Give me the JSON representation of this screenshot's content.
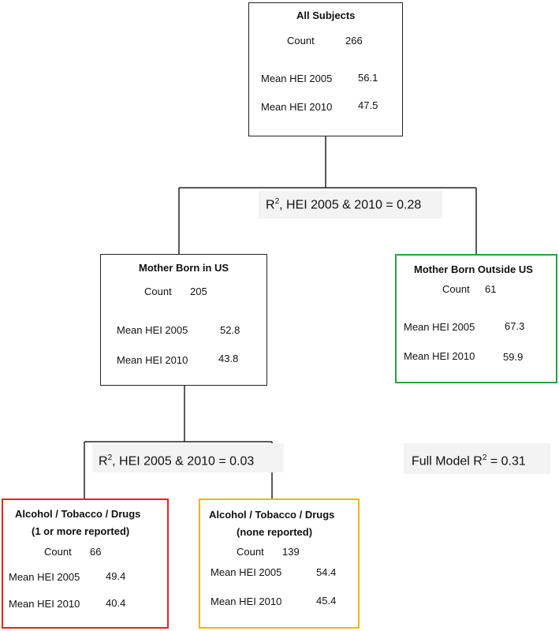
{
  "root": {
    "title": "All Subjects",
    "count_label": "Count",
    "count": "266",
    "hei2005_label": "Mean HEI 2005",
    "hei2005": "56.1",
    "hei2010_label": "Mean HEI 2010",
    "hei2010": "47.5"
  },
  "split1": {
    "r_label": "R",
    "r_sup": "2",
    "r_text": ", HEI 2005 & 2010  = 0.28"
  },
  "left": {
    "title": "Mother Born in US",
    "count_label": "Count",
    "count": "205",
    "hei2005_label": "Mean HEI 2005",
    "hei2005": "52.8",
    "hei2010_label": "Mean HEI 2010",
    "hei2010": "43.8"
  },
  "right": {
    "title": "Mother Born Outside US",
    "count_label": "Count",
    "count": "61",
    "hei2005_label": "Mean HEI 2005",
    "hei2005": "67.3",
    "hei2010_label": "Mean HEI 2010",
    "hei2010": "59.9"
  },
  "split2": {
    "r_label": "R",
    "r_sup": "2",
    "r_text": ",  HEI 2005 & 2010 = 0.03"
  },
  "full_model": {
    "label": "Full Model R",
    "sup": "2",
    "text": " = 0.31"
  },
  "ll": {
    "title1": "Alcohol / Tobacco / Drugs",
    "title2": "(1 or more reported)",
    "count_label": "Count",
    "count": "66",
    "hei2005_label": "Mean HEI 2005",
    "hei2005": "49.4",
    "hei2010_label": "Mean HEI 2010",
    "hei2010": "40.4"
  },
  "lr": {
    "title1": "Alcohol / Tobacco / Drugs",
    "title2": "(none reported)",
    "count_label": "Count",
    "count": "139",
    "hei2005_label": "Mean HEI 2005",
    "hei2005": "54.4",
    "hei2010_label": "Mean HEI 2010",
    "hei2010": "45.4"
  },
  "colors": {
    "right_border": "#2e9e3e",
    "ll_border": "#e02424",
    "lr_border": "#f2b41c"
  }
}
